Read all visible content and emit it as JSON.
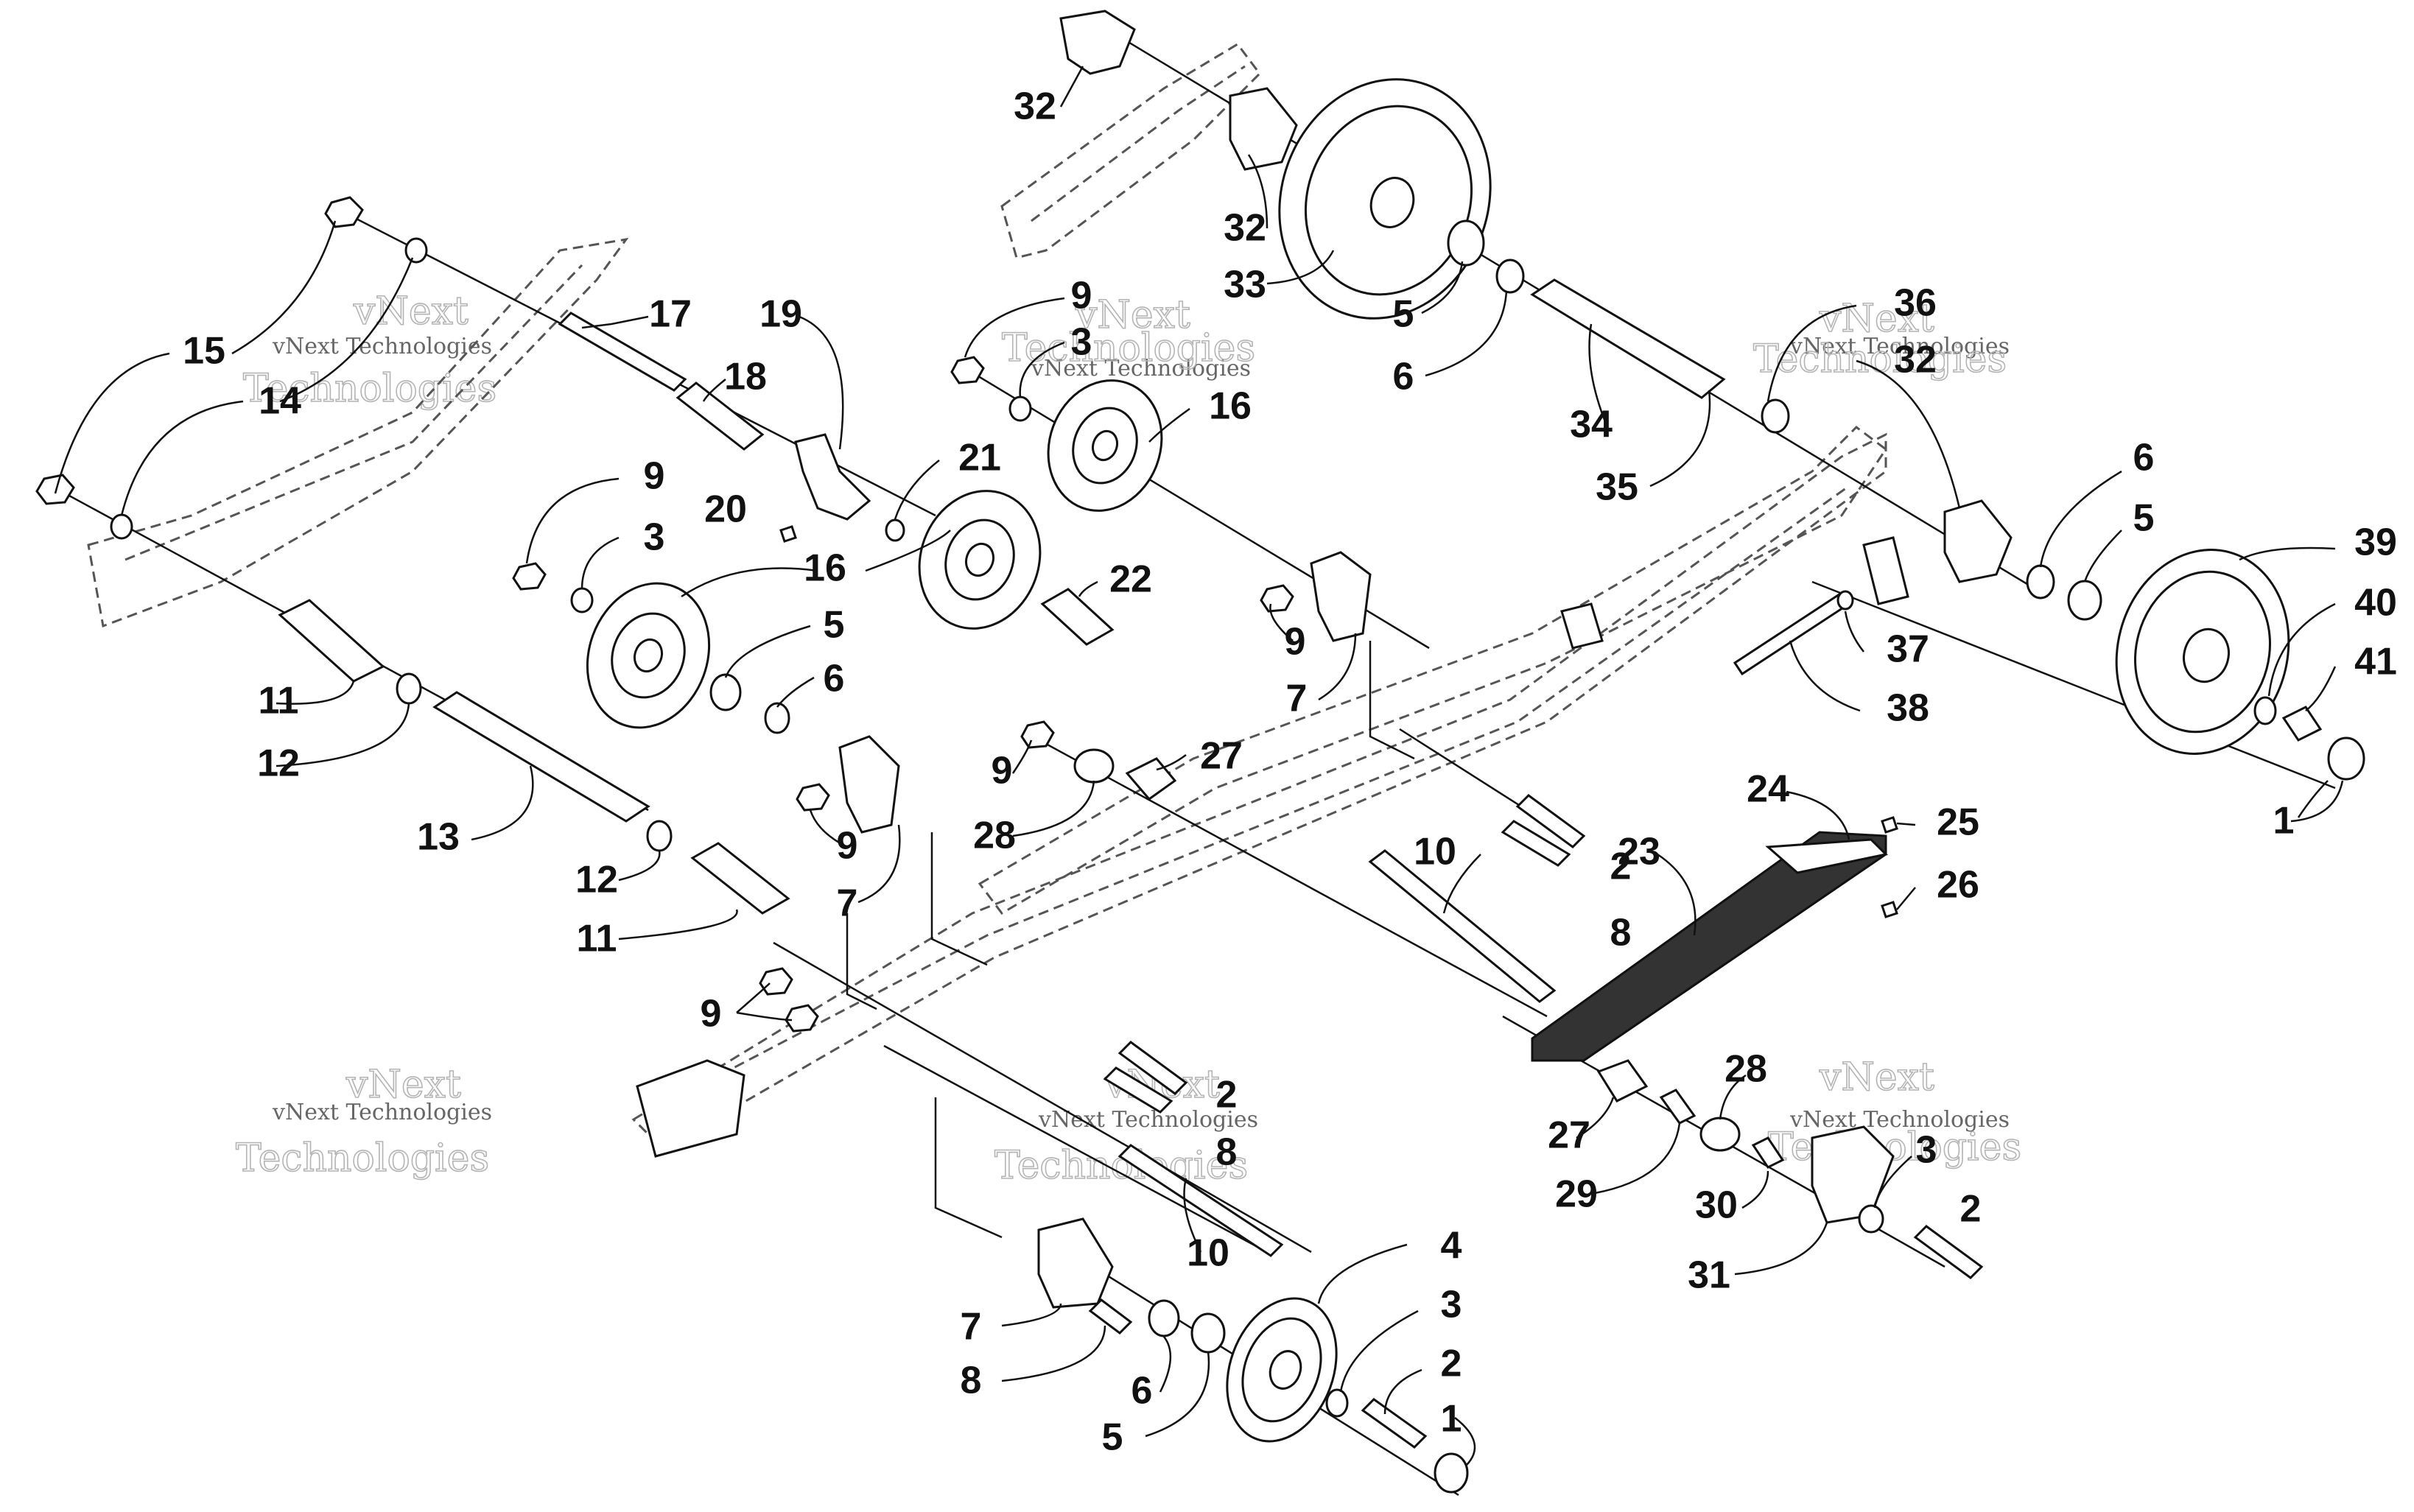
{
  "watermark": {
    "small": "vNext Technologies",
    "line1": "vNext",
    "line2": "Technologies"
  },
  "callouts": [
    {
      "id": "c32a",
      "text": "32"
    },
    {
      "id": "c32b",
      "text": "32"
    },
    {
      "id": "c33",
      "text": "33"
    },
    {
      "id": "c5a",
      "text": "5"
    },
    {
      "id": "c6a",
      "text": "6"
    },
    {
      "id": "c34",
      "text": "34"
    },
    {
      "id": "c35",
      "text": "35"
    },
    {
      "id": "c36",
      "text": "36"
    },
    {
      "id": "c32c",
      "text": "32"
    },
    {
      "id": "c6b",
      "text": "6"
    },
    {
      "id": "c5b",
      "text": "5"
    },
    {
      "id": "c39",
      "text": "39"
    },
    {
      "id": "c40",
      "text": "40"
    },
    {
      "id": "c41",
      "text": "41"
    },
    {
      "id": "c1a",
      "text": "1"
    },
    {
      "id": "c37",
      "text": "37"
    },
    {
      "id": "c38",
      "text": "38"
    },
    {
      "id": "c15",
      "text": "15"
    },
    {
      "id": "c14",
      "text": "14"
    },
    {
      "id": "c17",
      "text": "17"
    },
    {
      "id": "c18",
      "text": "18"
    },
    {
      "id": "c19",
      "text": "19"
    },
    {
      "id": "c20",
      "text": "20"
    },
    {
      "id": "c21",
      "text": "21"
    },
    {
      "id": "c9a",
      "text": "9"
    },
    {
      "id": "c3a",
      "text": "3"
    },
    {
      "id": "c16a",
      "text": "16"
    },
    {
      "id": "c9b",
      "text": "9"
    },
    {
      "id": "c3b",
      "text": "3"
    },
    {
      "id": "c16b",
      "text": "16"
    },
    {
      "id": "c5c",
      "text": "5"
    },
    {
      "id": "c6c",
      "text": "6"
    },
    {
      "id": "c22",
      "text": "22"
    },
    {
      "id": "c9c",
      "text": "9"
    },
    {
      "id": "c7a",
      "text": "7"
    },
    {
      "id": "c11a",
      "text": "11"
    },
    {
      "id": "c12a",
      "text": "12"
    },
    {
      "id": "c13",
      "text": "13"
    },
    {
      "id": "c12b",
      "text": "12"
    },
    {
      "id": "c11b",
      "text": "11"
    },
    {
      "id": "c9d",
      "text": "9"
    },
    {
      "id": "c28a",
      "text": "28"
    },
    {
      "id": "c27a",
      "text": "27"
    },
    {
      "id": "c9e",
      "text": "9"
    },
    {
      "id": "c7b",
      "text": "7"
    },
    {
      "id": "c10a",
      "text": "10"
    },
    {
      "id": "c2a",
      "text": "2"
    },
    {
      "id": "c8a",
      "text": "8"
    },
    {
      "id": "c24",
      "text": "24"
    },
    {
      "id": "c25",
      "text": "25"
    },
    {
      "id": "c23",
      "text": "23"
    },
    {
      "id": "c26",
      "text": "26"
    },
    {
      "id": "c1b",
      "text": "1"
    },
    {
      "id": "c9f",
      "text": "9"
    },
    {
      "id": "c2b",
      "text": "2"
    },
    {
      "id": "c8b",
      "text": "8"
    },
    {
      "id": "c10b",
      "text": "10"
    },
    {
      "id": "c28b",
      "text": "28"
    },
    {
      "id": "c27b",
      "text": "27"
    },
    {
      "id": "c29",
      "text": "29"
    },
    {
      "id": "c30",
      "text": "30"
    },
    {
      "id": "c3c",
      "text": "3"
    },
    {
      "id": "c2c",
      "text": "2"
    },
    {
      "id": "c31",
      "text": "31"
    },
    {
      "id": "c4",
      "text": "4"
    },
    {
      "id": "c3d",
      "text": "3"
    },
    {
      "id": "c2d",
      "text": "2"
    },
    {
      "id": "c7c",
      "text": "7"
    },
    {
      "id": "c8c",
      "text": "8"
    },
    {
      "id": "c6d",
      "text": "6"
    },
    {
      "id": "c5d",
      "text": "5"
    },
    {
      "id": "c1c",
      "text": "1"
    }
  ]
}
